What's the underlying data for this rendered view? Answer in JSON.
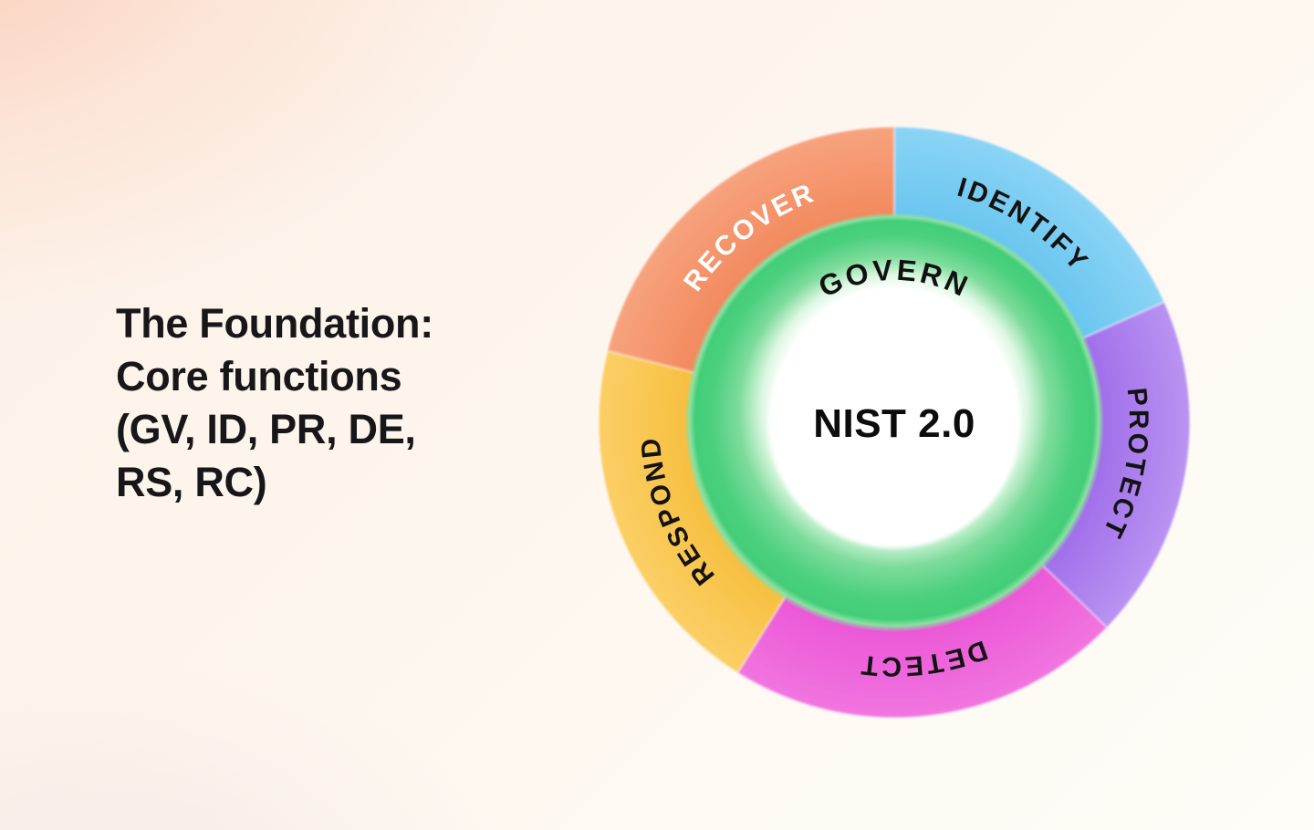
{
  "headline": {
    "lines": [
      "The Foundation:",
      "Core functions",
      "(GV, ID, PR, DE,",
      "RS, RC)"
    ]
  },
  "wheel": {
    "center_label": "NIST 2.0",
    "center_text_color": "#0c0c0c",
    "inner_ring": {
      "label": "GOVERN",
      "text_color": "#111111",
      "color_mid": "#4bd07e",
      "color_deep": "#44ce79",
      "color_glow": "#ddf7e3",
      "color_edge": "#8ae0a2"
    },
    "segments": [
      {
        "label": "IDENTIFY",
        "start_deg": 0,
        "end_deg": 66,
        "color_inner": "#5fc1ee",
        "color_outer": "#8bd4f5",
        "text_color": "#131313"
      },
      {
        "label": "PROTECT",
        "start_deg": 66,
        "end_deg": 134,
        "color_inner": "#9963e7",
        "color_outer": "#b993f2",
        "text_color": "#131313"
      },
      {
        "label": "DETECT",
        "start_deg": 134,
        "end_deg": 212,
        "color_inner": "#e94ed3",
        "color_outer": "#f175e0",
        "text_color": "#131313"
      },
      {
        "label": "RESPOND",
        "start_deg": 212,
        "end_deg": 284,
        "color_inner": "#f6ba33",
        "color_outer": "#fbcf66",
        "text_color": "#131313"
      },
      {
        "label": "RECOVER",
        "start_deg": 284,
        "end_deg": 360,
        "color_inner": "#f18153",
        "color_outer": "#f7a37e",
        "text_color": "#ffffff"
      }
    ]
  }
}
